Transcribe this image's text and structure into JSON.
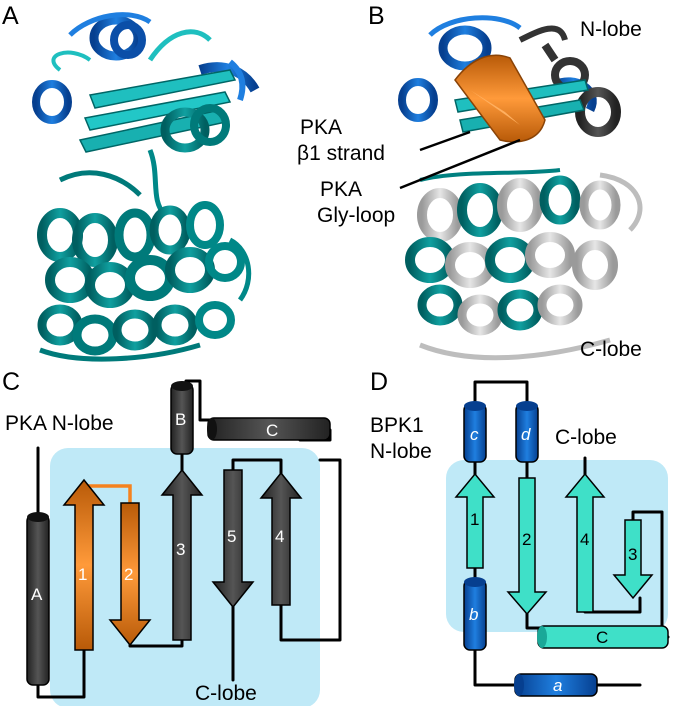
{
  "panels": {
    "a": "A",
    "b": "B",
    "c": "C",
    "d": "D"
  },
  "panel_b": {
    "n_lobe": "N-lobe",
    "c_lobe": "C-lobe",
    "beta1_line1": "PKA",
    "beta1_line2": "β1 strand",
    "glyloop_line1": "PKA",
    "glyloop_line2": "Gly-loop"
  },
  "panel_c": {
    "title": "PKA N-lobe",
    "c_lobe": "C-lobe",
    "helix_a": "A",
    "helix_b": "B",
    "helix_c": "C",
    "strand_1": "1",
    "strand_2": "2",
    "strand_3": "3",
    "strand_4": "4",
    "strand_5": "5"
  },
  "panel_d": {
    "title_line1": "BPK1",
    "title_line2": "N-lobe",
    "c_lobe": "C-lobe",
    "helix_a": "a",
    "helix_b": "b",
    "helix_c": "c",
    "helix_d": "d",
    "helix_C": "C",
    "strand_1": "1",
    "strand_2": "2",
    "strand_3": "3",
    "strand_4": "4"
  },
  "colors": {
    "teal": "#008080",
    "teal_light": "#1fbfbf",
    "blue": "#0a5fc8",
    "orange": "#f5821f",
    "grey": "#bdbdbd",
    "dark": "#333333",
    "cyan_box": "#bfe9f7",
    "cyan_element": "#3fe0c8"
  }
}
